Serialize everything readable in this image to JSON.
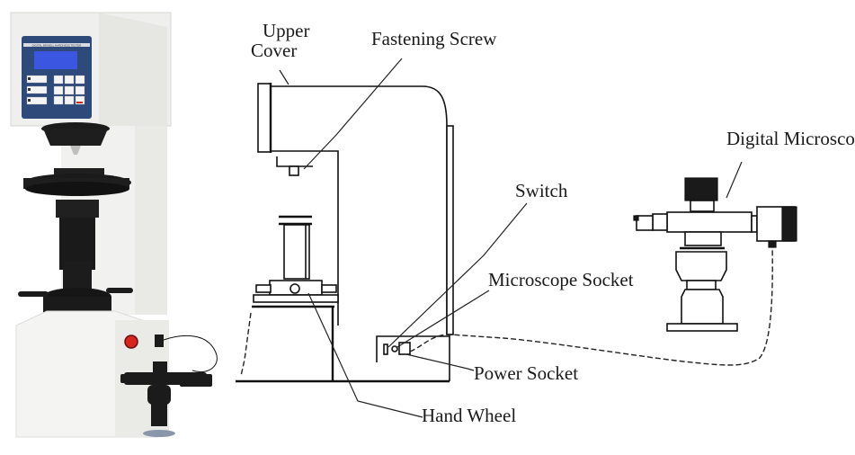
{
  "figure": {
    "title": "Digital Brinell Hardness Tester components",
    "photo": {
      "description": "Photo of digital Brinell hardness tester with attached digital microscope",
      "panel_caption": "DIGITAL BRINELL HARDNESS TESTER",
      "colors": {
        "body": "#f2f2f0",
        "panel": "#2e4a7a",
        "lcd": "#3b56e0",
        "black_parts": "#1b1b1b",
        "emergency_button": "#d8261e"
      }
    },
    "labels": {
      "upper_cover_line1": "Upper",
      "upper_cover_line2": "Cover",
      "fastening_screw": "Fastening Screw",
      "digital_microscope": "Digital Microsco",
      "switch": "Switch",
      "microscope_socket": "Microscope Socket",
      "power_socket": "Power Socket",
      "hand_wheel": "Hand Wheel"
    },
    "accent_color": "#3a7fc8"
  }
}
